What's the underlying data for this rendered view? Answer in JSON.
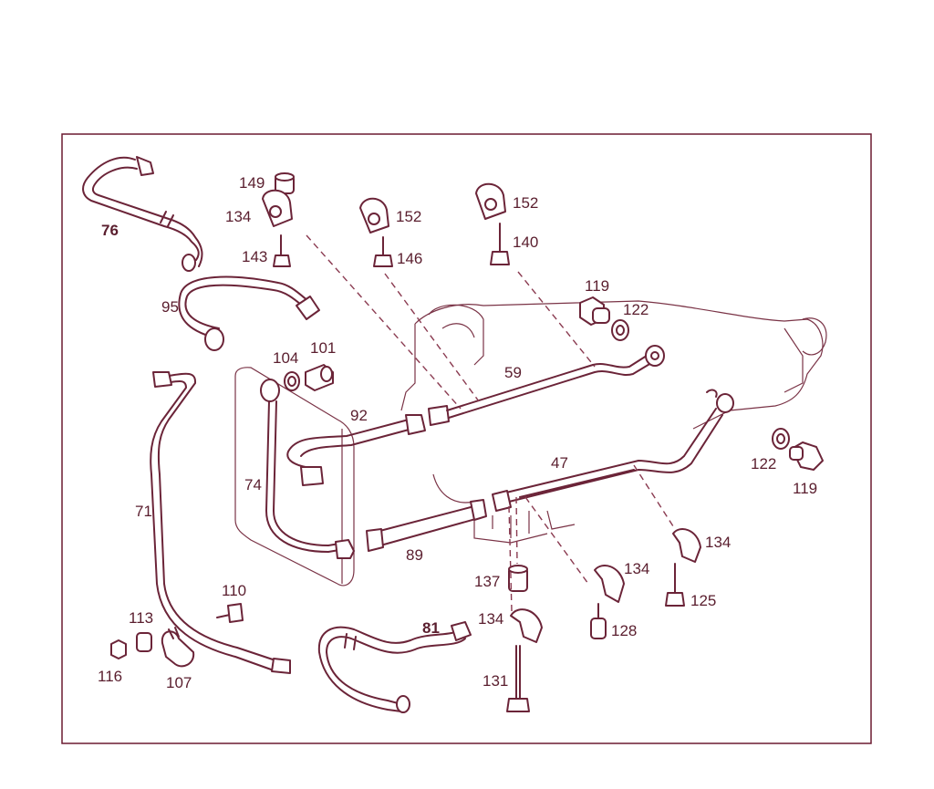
{
  "colors": {
    "line": "#6b2438",
    "text": "#5a1e2e",
    "frame": "#6b1a30",
    "background": "#ffffff"
  },
  "labels": {
    "p76": "76",
    "p149": "149",
    "p134a": "134",
    "p143": "143",
    "p152a": "152",
    "p146": "146",
    "p152b": "152",
    "p140": "140",
    "p119a": "119",
    "p122a": "122",
    "p95": "95",
    "p104": "104",
    "p101": "101",
    "p59": "59",
    "p92": "92",
    "p74": "74",
    "p71": "71",
    "p47": "47",
    "p122b": "122",
    "p119b": "119",
    "p89": "89",
    "p134b": "134",
    "p134c": "134",
    "p137": "137",
    "p125": "125",
    "p110": "110",
    "p113": "113",
    "p81": "81",
    "p134d": "134",
    "p128": "128",
    "p116": "116",
    "p107": "107",
    "p131": "131"
  }
}
